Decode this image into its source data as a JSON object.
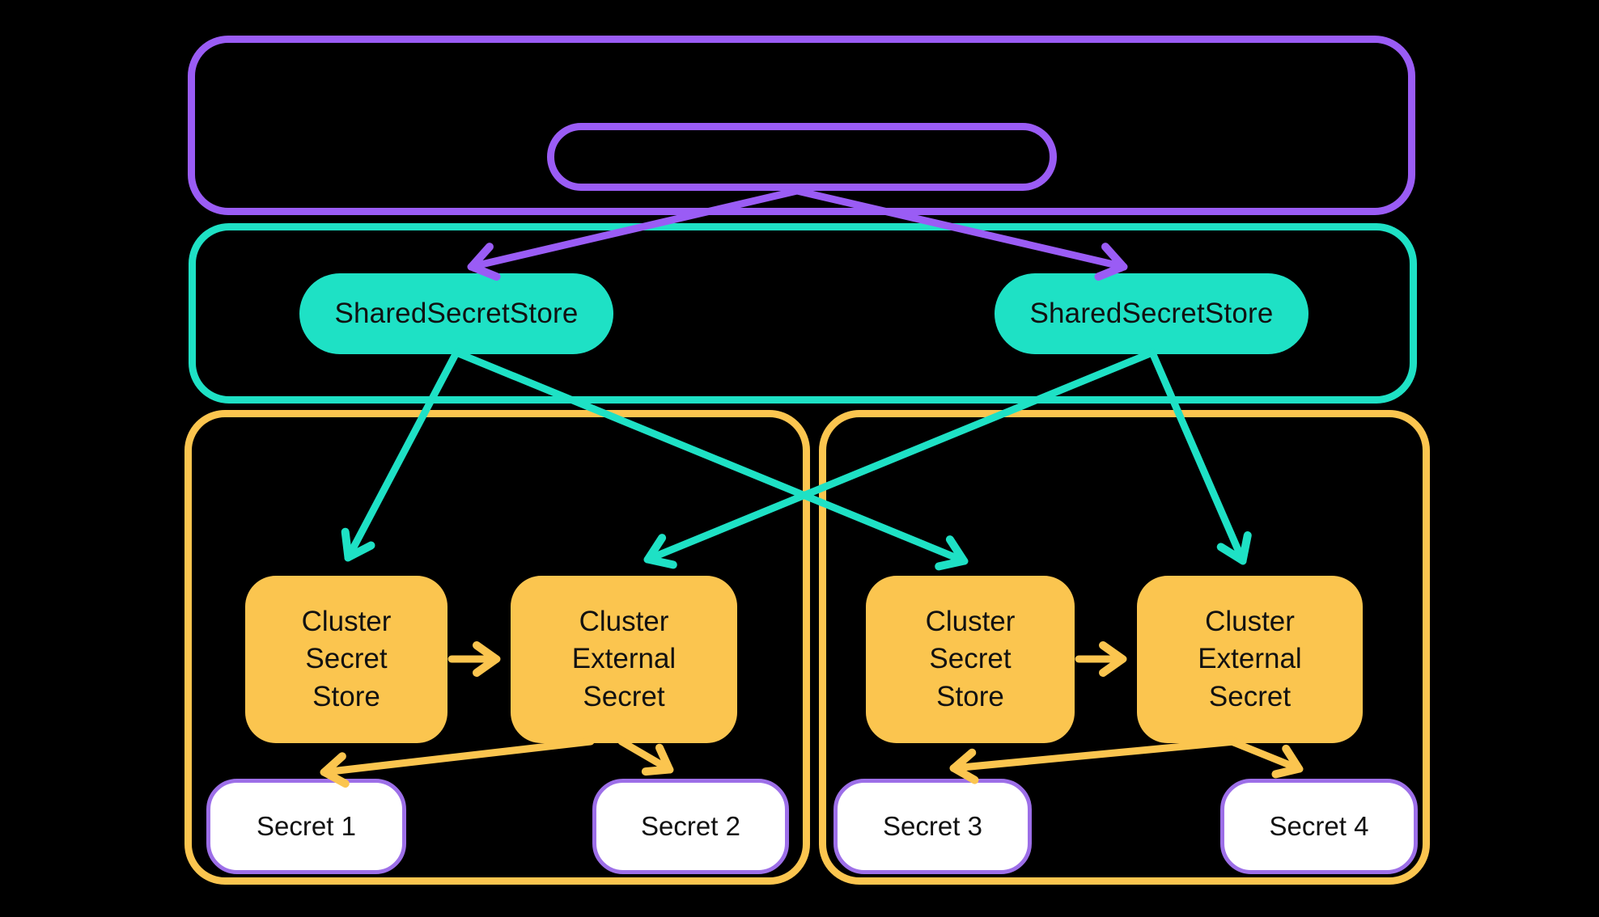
{
  "colors": {
    "purple": "#9a5cf5",
    "teal": "#1ee1c5",
    "yellow": "#fbc54f",
    "secret_border": "#9d6fe8",
    "secret_fill": "#ffffff",
    "background": "#000000",
    "text_dark": "#111111"
  },
  "shared_layer": {
    "stores": [
      {
        "label": "SharedSecretStore"
      },
      {
        "label": "SharedSecretStore"
      }
    ]
  },
  "clusters": [
    {
      "secret_store": "Cluster\nSecret\nStore",
      "external_secret": "Cluster\nExternal\nSecret",
      "secrets": [
        "Secret 1",
        "Secret 2"
      ]
    },
    {
      "secret_store": "Cluster\nSecret\nStore",
      "external_secret": "Cluster\nExternal\nSecret",
      "secrets": [
        "Secret 3",
        "Secret 4"
      ]
    }
  ]
}
